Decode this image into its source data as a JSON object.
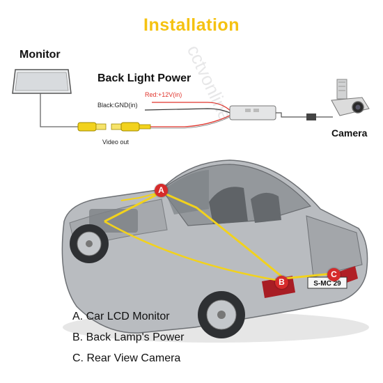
{
  "title": "Installation",
  "labels": {
    "monitor": "Monitor",
    "back_light_power": "Back Light Power",
    "red_wire": "Red:+12V(in)",
    "black_wire": "Black:GND(in)",
    "video_out": "Video out",
    "camera": "Camera"
  },
  "markers": {
    "a": "A",
    "b": "B",
    "c": "C"
  },
  "legend": [
    "A. Car LCD Monitor",
    "B. Back Lamp's Power",
    "C. Rear View Camera"
  ],
  "plate": "S-MC 29",
  "watermark": "cctvonline",
  "colors": {
    "title": "#f5c211",
    "red_wire": "#e0332b",
    "route_line": "#f2d21c",
    "marker": "#d62b2b",
    "car_body": "#b9bcc0"
  }
}
